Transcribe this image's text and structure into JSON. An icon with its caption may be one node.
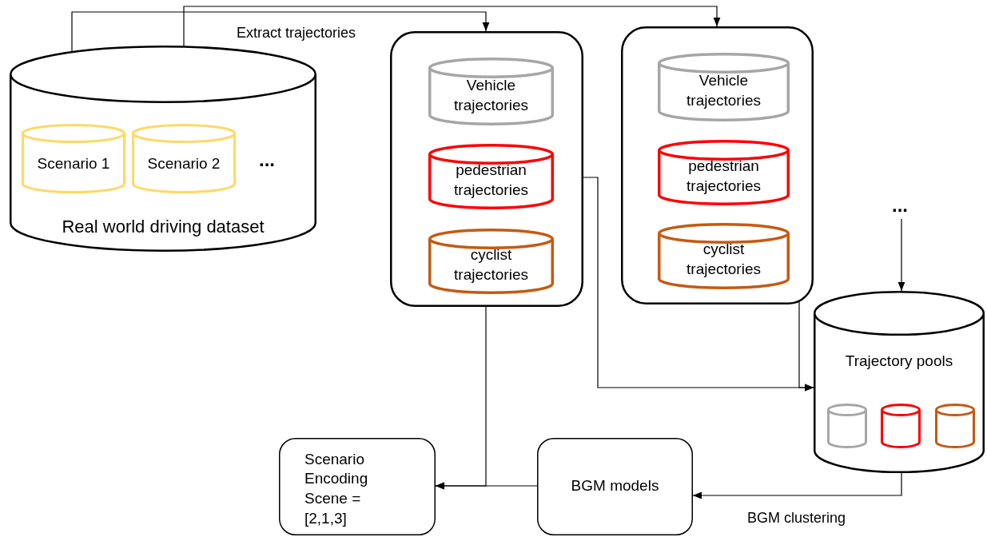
{
  "diagram": {
    "nodes": [
      {
        "text": [
          "Real world driving dataset"
        ]
      },
      {
        "text": [
          "Scenario 1"
        ],
        "in": 0
      },
      {
        "text": [
          "Scenario 2"
        ],
        "in": 0
      },
      {
        "text": [],
        "shape": "box"
      },
      {
        "text": [
          "Vehicle trajectories"
        ],
        "in": 3
      },
      {
        "text": [
          "pedestrian trajectories"
        ],
        "in": 3
      },
      {
        "text": [
          "cyclist trajectories"
        ],
        "in": 3
      },
      {
        "text": [],
        "shape": "box"
      },
      {
        "text": [
          "Vehicle trajectories"
        ],
        "in": 7
      },
      {
        "text": [
          "pedestrian trajectories"
        ],
        "in": 7
      },
      {
        "text": [
          "cyclist trajectories"
        ],
        "in": 7
      },
      {
        "text": [
          "..."
        ]
      },
      {
        "text": [
          "Trajectory pools"
        ]
      },
      {
        "text": [],
        "shape": "cylinder",
        "in": 12
      },
      {
        "text": [],
        "shape": "cylinder",
        "in": 12
      },
      {
        "text": [],
        "shape": "cylinder",
        "in": 12
      },
      {
        "text": [
          "Scenario Encoding",
          "Scene = [2,1,3]"
        ]
      },
      {
        "text": [
          "BGM models"
        ]
      }
    ],
    "edges": [
      {
        "from": 1,
        "to": 3,
        "arrow": "to"
      },
      {
        "from": 2,
        "to": 7,
        "arrow": "to"
      },
      {
        "from": 5,
        "to": 12,
        "arrow": "to"
      },
      {
        "from": 9,
        "to": 12,
        "arrow": "to"
      },
      {
        "from": 11,
        "to": 12,
        "arrow": "to"
      },
      {
        "from": 3,
        "to": 16,
        "arrow": "to"
      },
      {
        "from": 17,
        "to": 16,
        "arrow": "to"
      },
      {
        "from": 12,
        "to": 17,
        "arrow": "to",
        "label": "BGM clustering"
      }
    ],
    "labels": [
      "Extract trajectories",
      "..."
    ]
  }
}
